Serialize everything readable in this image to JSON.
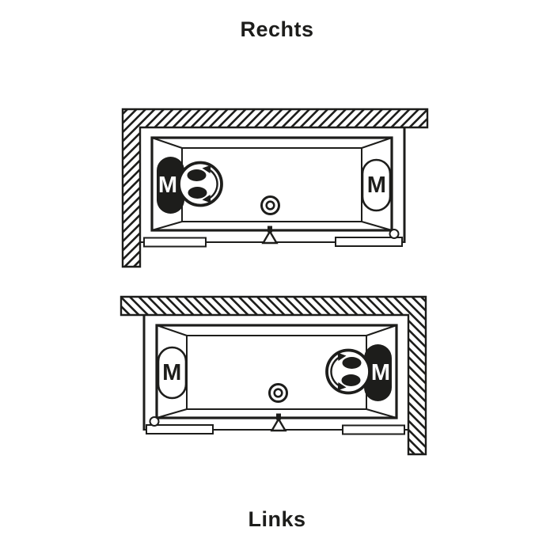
{
  "page": {
    "background": "#ffffff",
    "ink": "#1d1d1b"
  },
  "diagrams": [
    {
      "id": "rechts",
      "title": "Rechts",
      "wall_corner": "top-left",
      "mixer_active_side": "left",
      "mixer_active_label": "M",
      "mixer_alt_label": "M"
    },
    {
      "id": "links",
      "title": "Links",
      "wall_corner": "top-right",
      "mixer_active_side": "right",
      "mixer_active_label": "M",
      "mixer_alt_label": "M"
    }
  ],
  "icons": {
    "wall": "diagonal-hatch-band",
    "mixer_active": "filled-stadium-M",
    "mixer_alt": "outlined-stadium-M",
    "faucet": "circle-two-handle-dots-swivel-arrow",
    "drain": "concentric-circles",
    "center_mark": "triangle-pointer",
    "hinge": "small-circle-knob",
    "screen_panels": "double-line-bars"
  }
}
